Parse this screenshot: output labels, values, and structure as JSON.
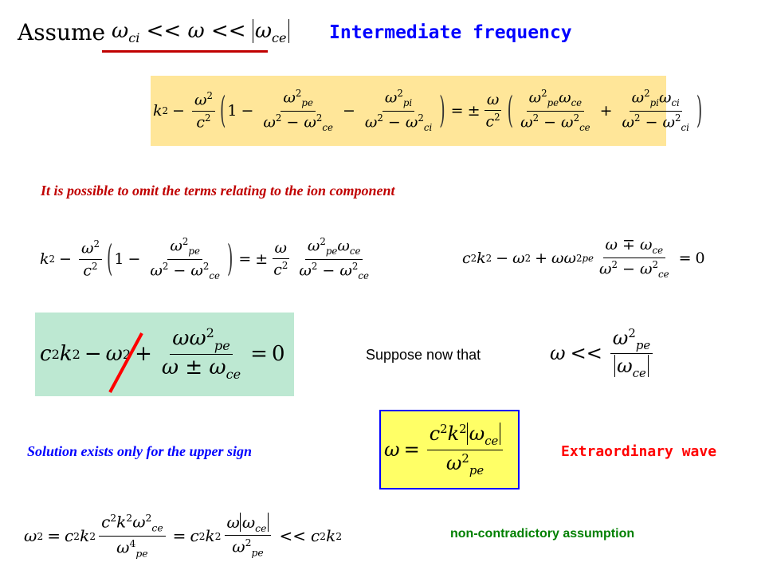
{
  "header": {
    "assume_label": "Assume",
    "title": "Intermediate frequency"
  },
  "notes": {
    "omit_ion": "It is possible to omit the terms relating to the ion component",
    "suppose": "Suppose now that",
    "solution": "Solution exists only for the upper sign",
    "extraordinary": "Extraordinary wave",
    "non_contradictory": "non-contradictory assumption"
  },
  "symbols": {
    "ll": "<<",
    "pm": "±",
    "mp": "∓",
    "eq": "=",
    "minus": "−",
    "plus": "+",
    "one": "1",
    "zero": "0"
  },
  "colors": {
    "title": "#0000ff",
    "note_red": "#c00000",
    "note_blue": "#0000ff",
    "extraordinary": "#ff0000",
    "non_contradictory": "#008000",
    "box_yellow": "#ffe699",
    "box_green": "#bde8d2",
    "box_border_blue": "#0000ff",
    "underline": "#c00000",
    "strike": "#ff0000"
  }
}
